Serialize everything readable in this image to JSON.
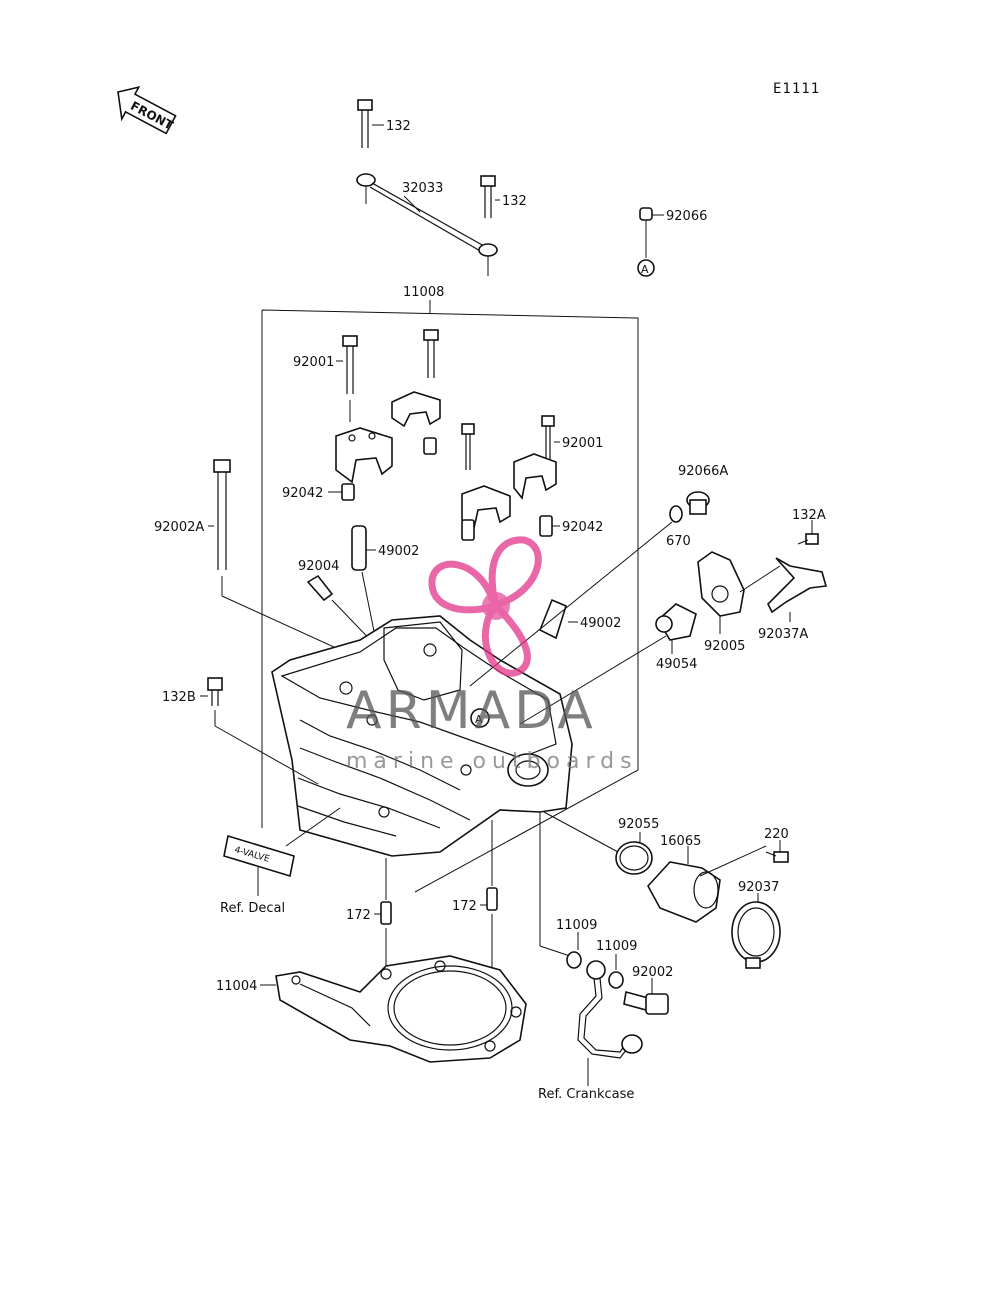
{
  "diagram": {
    "code": "E1111",
    "front_label": "FRONT",
    "callout_letter": "A",
    "decal_text": "4-VALVE"
  },
  "labels": {
    "p132_top": "132",
    "p32033": "32033",
    "p132_mid": "132",
    "p92066": "92066",
    "p11008": "11008",
    "p92001_left": "92001",
    "p92001_right": "92001",
    "p92042_left": "92042",
    "p92042_right": "92042",
    "p92002A": "92002A",
    "p49002_left": "49002",
    "p49002_right": "49002",
    "p92004": "92004",
    "p92066A": "92066A",
    "p670": "670",
    "p132A": "132A",
    "p92005": "92005",
    "p92037A": "92037A",
    "p49054": "49054",
    "p132B": "132B",
    "p92055": "92055",
    "p16065": "16065",
    "p220": "220",
    "p92037": "92037",
    "p172_left": "172",
    "p172_right": "172",
    "p11009_a": "11009",
    "p11009_b": "11009",
    "p92002": "92002",
    "p11004": "11004",
    "ref_decal": "Ref. Decal",
    "ref_crankcase": "Ref. Crankcase"
  },
  "watermark": {
    "brand": "ARMADA",
    "tagline": "marine outboards",
    "accent_color": "#e2338a"
  }
}
